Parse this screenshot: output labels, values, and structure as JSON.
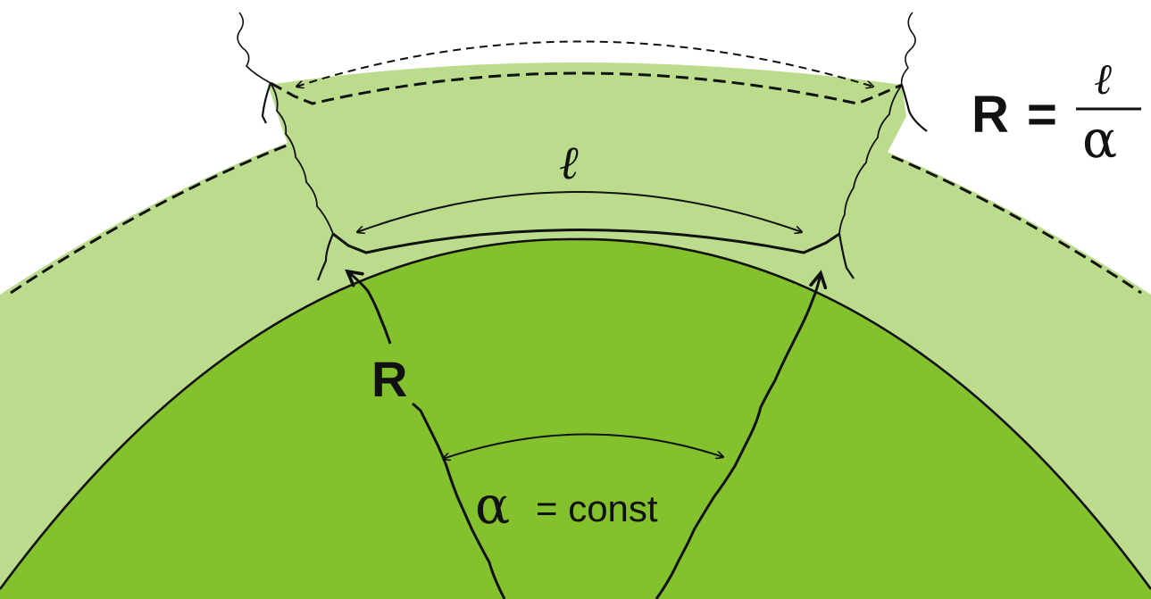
{
  "colors": {
    "background": "#ffffff",
    "outer_layer": "#bcdc8d",
    "inner_region": "#83c12d",
    "line": "#111111"
  },
  "labels": {
    "arc_length_symbol": "ℓ",
    "radius_symbol": "R",
    "angle_symbol": "α",
    "angle_relation": "= const",
    "formula": {
      "lhs": "R",
      "equals": "=",
      "numerator": "ℓ",
      "denominator": "α"
    }
  },
  "icons": {
    "arc_length_arrow": "double-headed-arc-arrow",
    "outer_arc_arrow": "dashed-double-headed-arc-arrow",
    "angle_arrow": "double-headed-arc-arrow",
    "radius_arrows": "wavy-upward-arrow"
  }
}
